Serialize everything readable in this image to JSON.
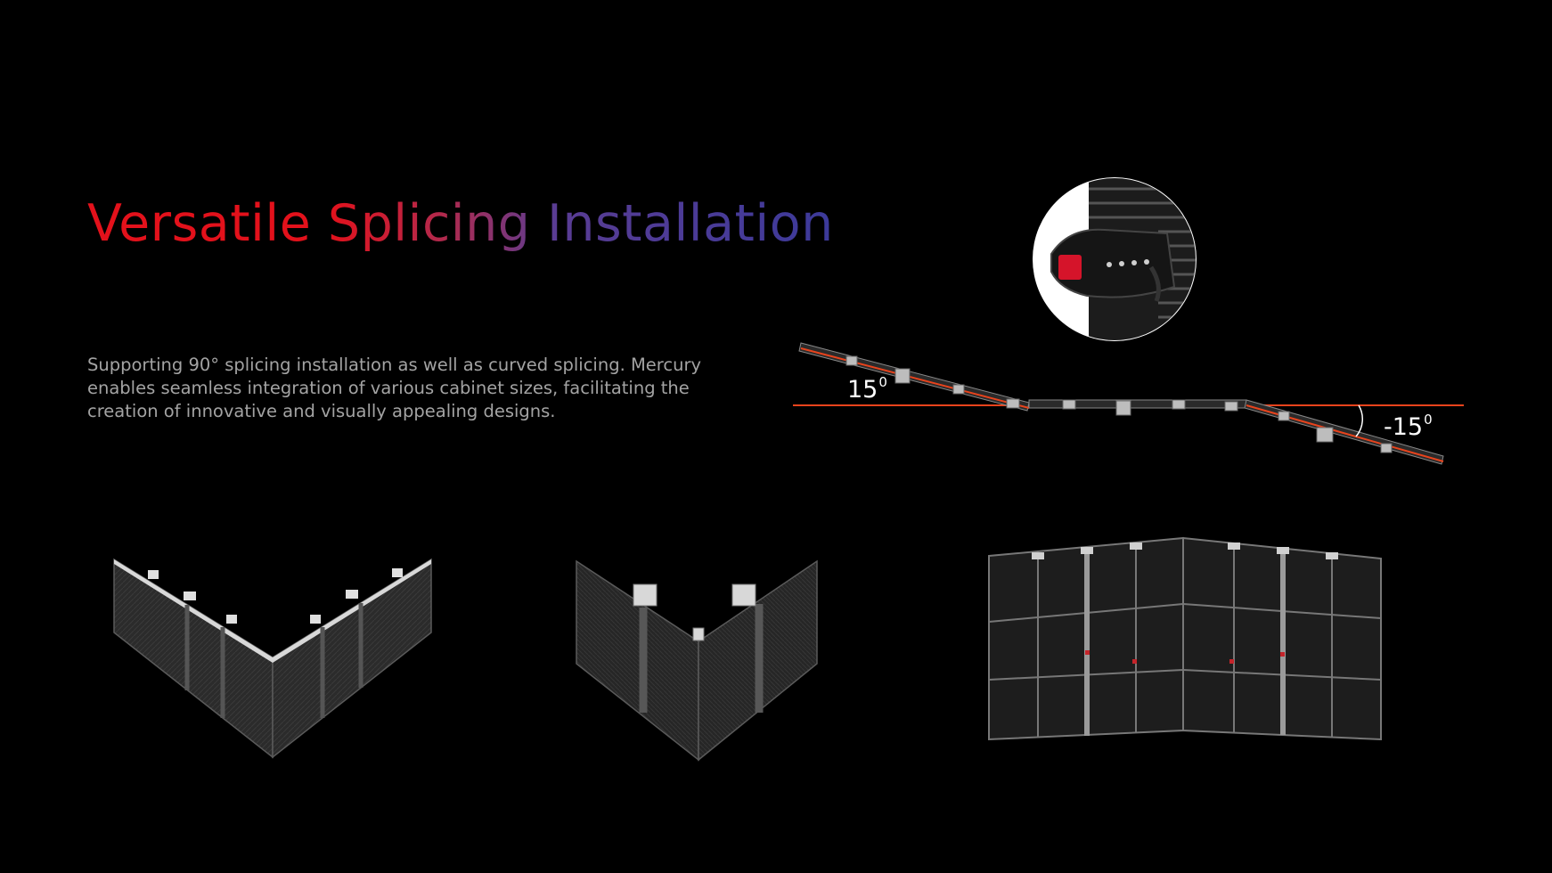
{
  "headline": "Versatile Splicing Installation",
  "description": "Supporting 90° splicing installation as well as curved splicing. Mercury enables seamless integration of various cabinet sizes, facilitating the creation of innovative and visually appealing designs.",
  "diagram": {
    "left_angle": "15",
    "right_angle": "-15",
    "angle_superscript": "0"
  },
  "colors": {
    "title_start": "#e3111b",
    "title_end": "#3c3a9a",
    "reference_line": "#e8431c",
    "text_muted": "#a3a3a3"
  }
}
